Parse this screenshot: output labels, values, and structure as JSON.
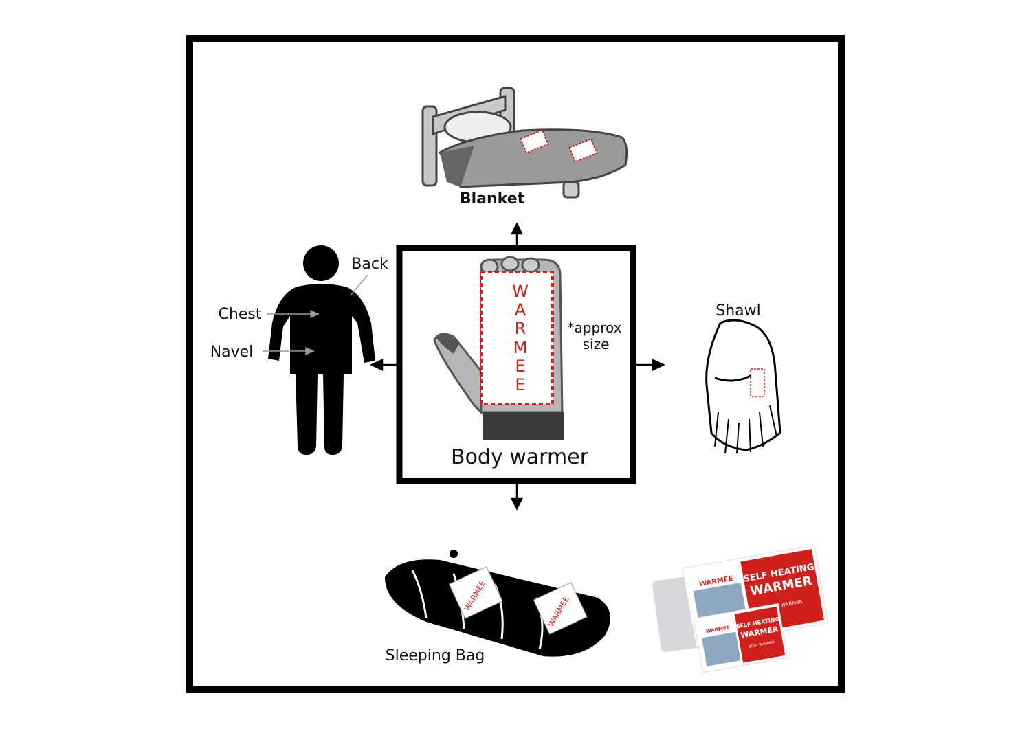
{
  "center": {
    "title": "Body warmer",
    "pad_letters": [
      "W",
      "A",
      "R",
      "M",
      "E",
      "E"
    ],
    "note_line1": "*approx",
    "note_line2": "size"
  },
  "uses": {
    "blanket": "Blanket",
    "shawl": "Shawl",
    "sleeping_bag": "Sleeping Bag",
    "body_back": "Back",
    "body_chest": "Chest",
    "body_navel": "Navel"
  },
  "pad_label": "WARMEE",
  "product": {
    "brand": "WARMEE",
    "headline1": "SELF HEATING",
    "headline2": "WARMER",
    "sub": "BODY WARMER"
  },
  "colors": {
    "accent": "#d0201e",
    "frame": "#000000",
    "grey": "#9a9a9a"
  }
}
